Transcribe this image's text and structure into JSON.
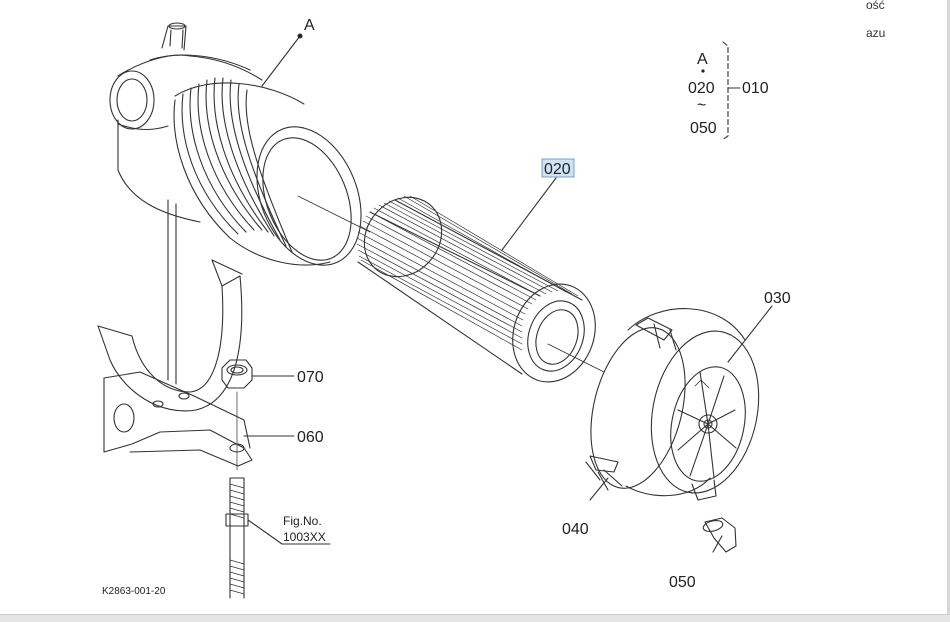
{
  "side_text": [
    "ość",
    "azu"
  ],
  "callouts": {
    "a_marker": "A",
    "part_020": "020",
    "part_030": "030",
    "part_040": "040",
    "part_050": "050",
    "part_060": "060",
    "part_070": "070"
  },
  "legend": {
    "a": "A",
    "from": "020",
    "tilde": "~",
    "to": "050",
    "assembly": "010"
  },
  "fig_ref": {
    "line1": "Fig.No.",
    "line2": "1003XX"
  },
  "drawing_code": "K2863-001-20",
  "colors": {
    "highlight": "#cfe3f5",
    "highlight_border": "#5a8fc2",
    "line": "#333333"
  }
}
